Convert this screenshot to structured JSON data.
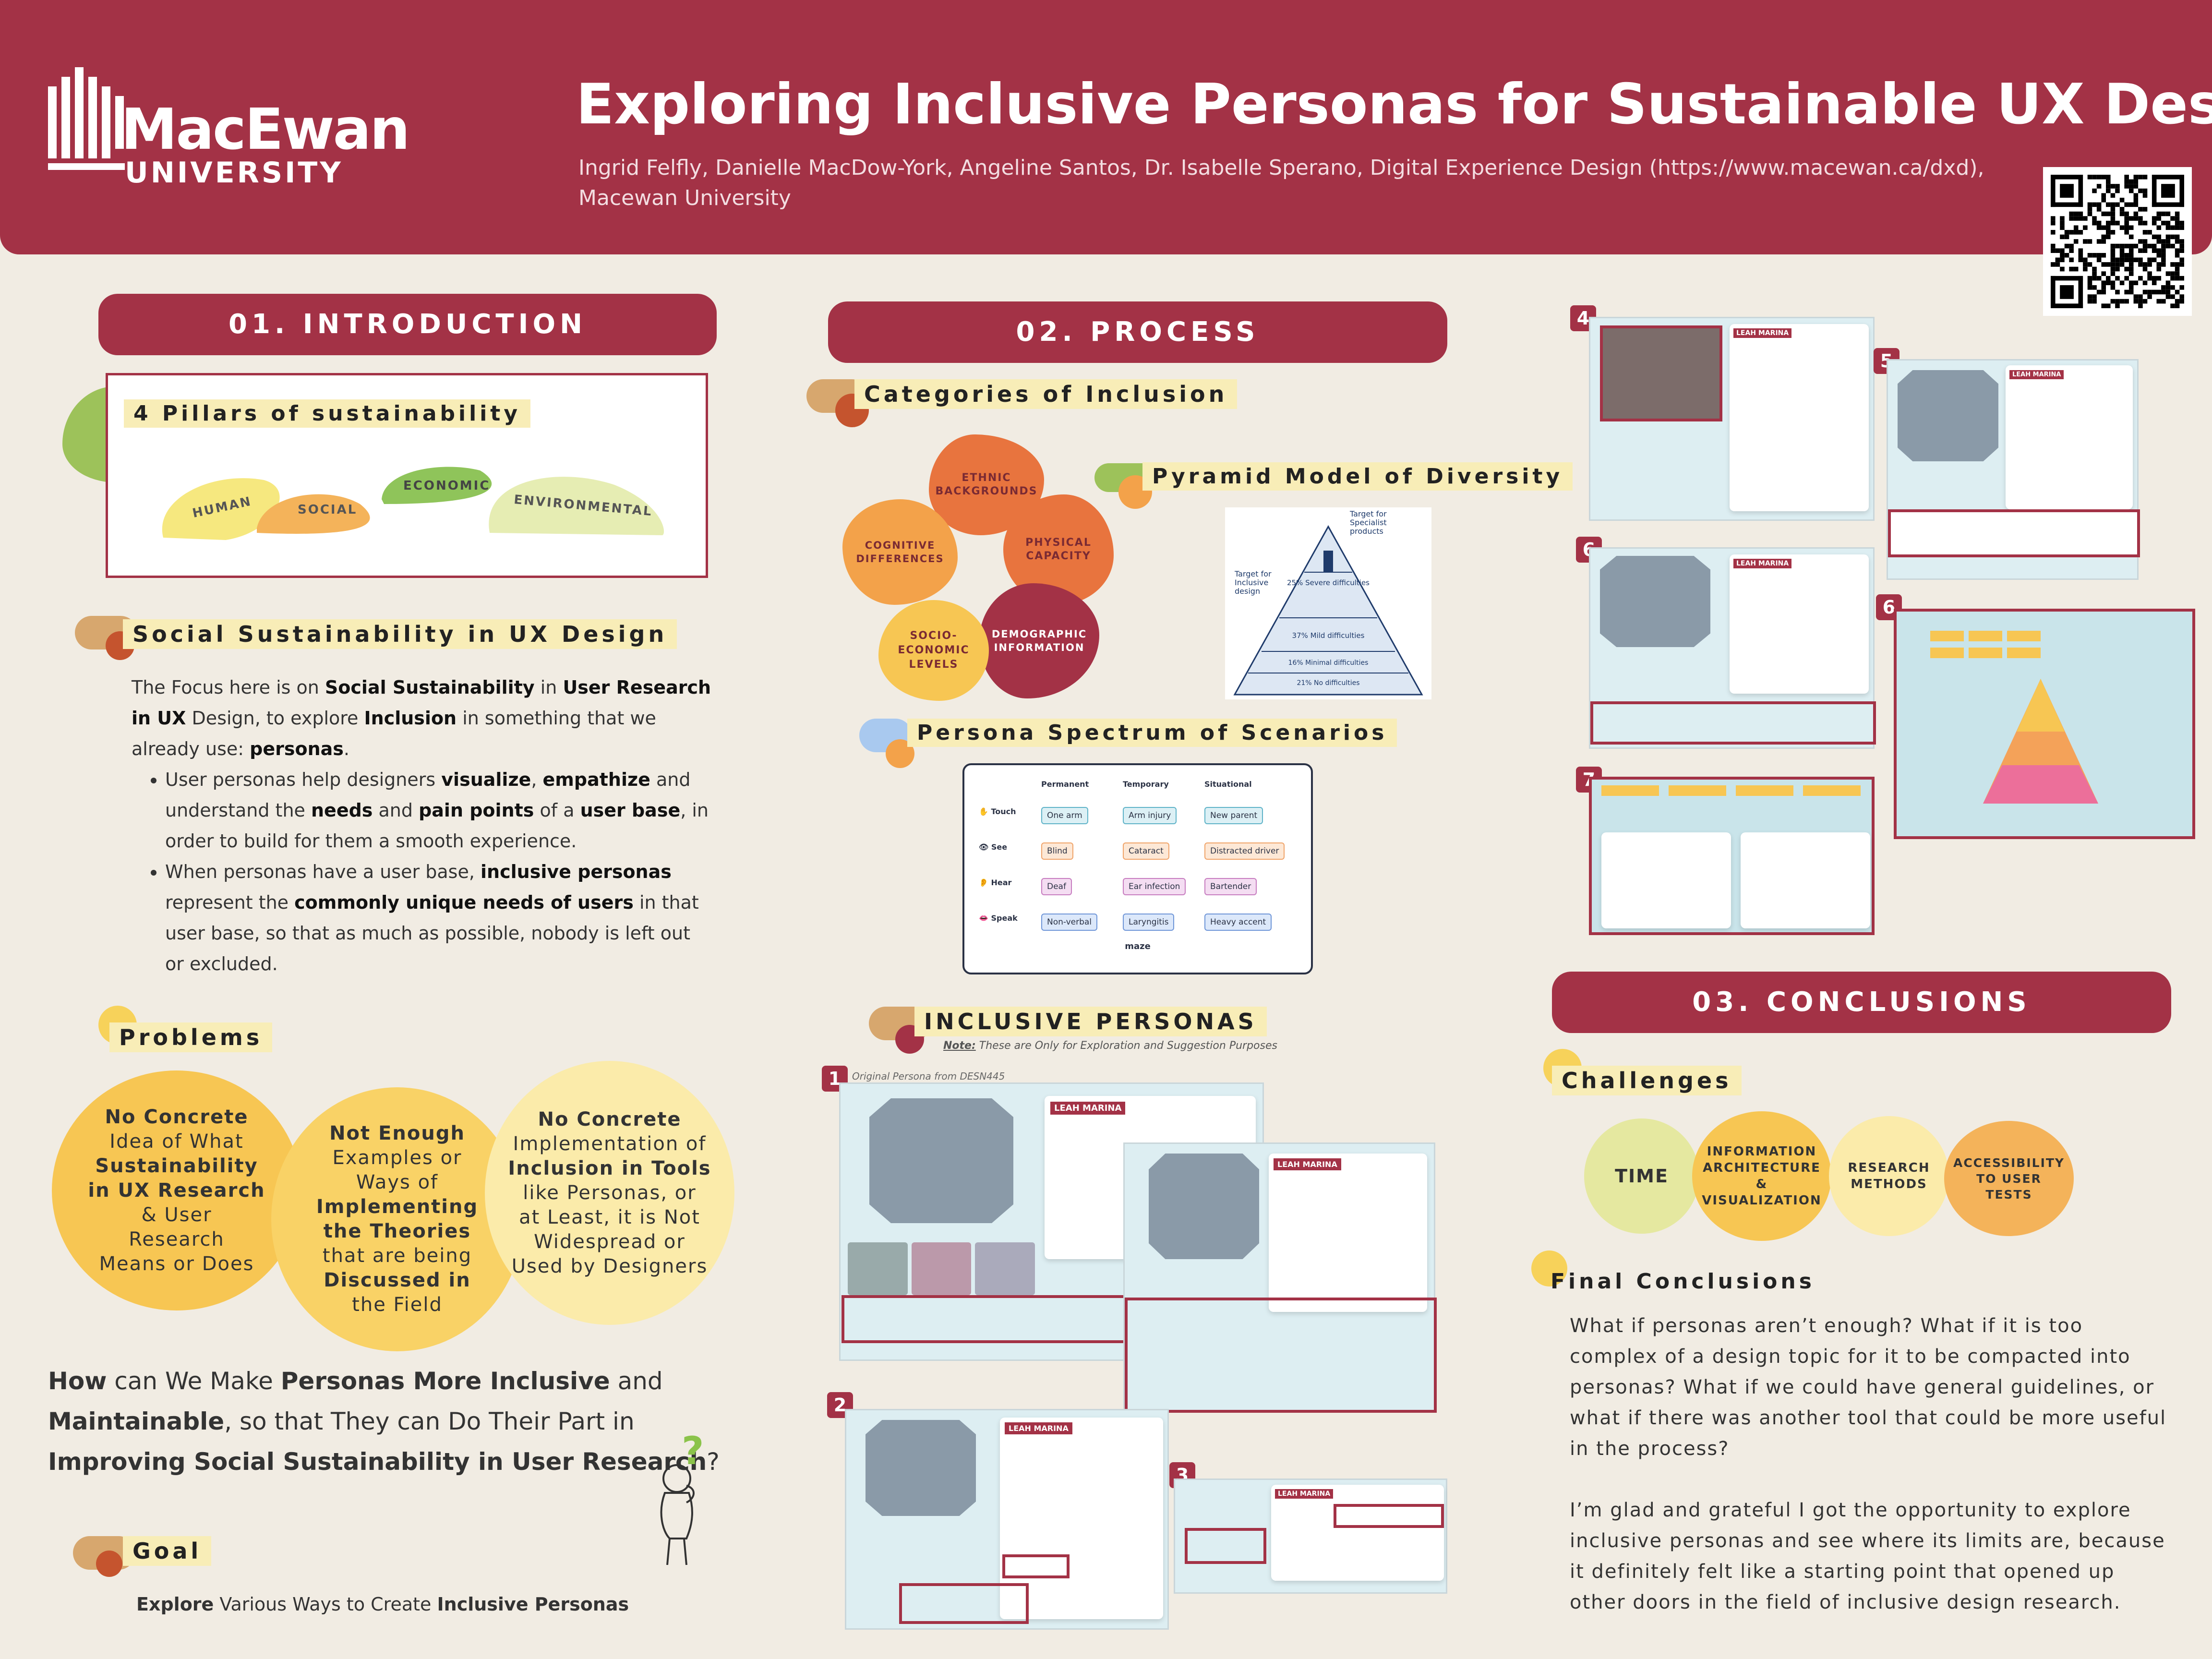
{
  "header": {
    "logo_line1": "MacEwan",
    "logo_line2": "UNIVERSITY",
    "title": "Exploring Inclusive Personas for Sustainable UX Design",
    "authors": "Ingrid Felfly, Danielle MacDow-York, Angeline Santos, Dr. Isabelle Sperano, Digital Experience Design (https://www.macewan.ca/dxd), Macewan University"
  },
  "intro": {
    "banner": "01. INTRODUCTION",
    "pillars_heading": "4 Pillars of sustainability",
    "pillars": [
      "HUMAN",
      "SOCIAL",
      "ECONOMIC",
      "ENVIRONMENTAL"
    ],
    "social_heading": "Social Sustainability in UX Design",
    "para1_a": "The Focus here is on ",
    "para1_b": "Social Sustainability",
    "para1_c": " in ",
    "para1_d": "User Research in UX",
    "para1_e": " Design, to explore ",
    "para1_f": "Inclusion",
    "para1_g": " in something that we already use: ",
    "para1_h": "personas",
    "para1_i": ".",
    "b1_a": "User personas help designers ",
    "b1_b": "visualize",
    "b1_c": ", ",
    "b1_d": "empathize",
    "b1_e": " and understand the ",
    "b1_f": "needs",
    "b1_g": " and ",
    "b1_h": "pain points",
    "b1_i": " of a ",
    "b1_j": "user base",
    "b1_k": ", in order to build for them a smooth experience.",
    "b2_a": "When personas have a user base, ",
    "b2_b": "inclusive personas",
    "b2_c": " represent the ",
    "b2_d": "commonly unique needs of users",
    "b2_e": " in that user base, so that as much as possible, nobody is left out or excluded.",
    "problems_heading": "Problems",
    "problem1": [
      "No Concrete",
      "Idea of What",
      "Sustainability",
      "in UX Research",
      "& User",
      "Research",
      "Means or Does"
    ],
    "problem2": [
      "Not Enough",
      "Examples or",
      "Ways of",
      "Implementing",
      "the Theories",
      "that are being",
      "Discussed in",
      "the Field"
    ],
    "problem3": [
      "No Concrete",
      "Implementation of",
      "Inclusion in Tools",
      "like Personas, or",
      "at Least, it is Not",
      "Widespread or",
      "Used by Designers"
    ],
    "question_a": "How",
    "question_b": " can We Make ",
    "question_c": "Personas More Inclusive",
    "question_d": " and ",
    "question_e": "Maintainable",
    "question_f": ", so that They can Do Their Part in ",
    "question_g": "Improving Social Sustainability in User Research",
    "question_h": "?",
    "goal_heading": "Goal",
    "goal_a": "Explore",
    "goal_b": " Various Ways to Create ",
    "goal_c": "Inclusive Personas"
  },
  "process": {
    "banner": "02. PROCESS",
    "categories_heading": "Categories of Inclusion",
    "categories": [
      "ETHNIC BACKGROUNDS",
      "PHYSICAL CAPACITY",
      "DEMOGRAPHIC INFORMATION",
      "SOCIO-ECONOMIC LEVELS",
      "COGNITIVE DIFFERENCES"
    ],
    "pyramid_heading": "Pyramid Model of Diversity",
    "pyramid_labels": {
      "specialist": "Target for Specialist products",
      "inclusive": "Target for Inclusive design",
      "severe": "25% Severe difficulties",
      "mild": "37% Mild difficulties",
      "minimal": "16% Minimal difficulties",
      "none": "21% No difficulties"
    },
    "spectrum_heading": "Persona Spectrum of Scenarios",
    "spectrum": {
      "columns": [
        "Permanent",
        "Temporary",
        "Situational"
      ],
      "rows": [
        {
          "label": "Touch",
          "cells": [
            "One arm",
            "Arm injury",
            "New parent"
          ]
        },
        {
          "label": "See",
          "cells": [
            "Blind",
            "Cataract",
            "Distracted driver"
          ]
        },
        {
          "label": "Hear",
          "cells": [
            "Deaf",
            "Ear infection",
            "Bartender"
          ]
        },
        {
          "label": "Speak",
          "cells": [
            "Non-verbal",
            "Laryngitis",
            "Heavy accent"
          ]
        }
      ],
      "brand": "maze"
    },
    "personas_heading": "INCLUSIVE PERSONAS",
    "note_label": "Note:",
    "note_text": " These are Only for Exploration and Suggestion Purposes",
    "original_label": "Original Persona from DESN445",
    "persona_name": "LEAH MARINA",
    "iterations": [
      "1",
      "2",
      "3",
      "4",
      "5",
      "6",
      "6",
      "7"
    ]
  },
  "conclusions": {
    "banner": "03. CONCLUSIONS",
    "challenges_heading": "Challenges",
    "challenges": [
      "TIME",
      "INFORMATION ARCHITECTURE & VISUALIZATION",
      "RESEARCH METHODS",
      "ACCESSIBILITY TO USER TESTS"
    ],
    "final_heading": "Final Conclusions",
    "final_p1": "What if personas aren’t enough? What if it is too complex of a design topic for it to be compacted into personas? What if we could have general guidelines, or what if there was another tool that could be more useful in the process?",
    "final_p2": "I’m glad and grateful I got the opportunity to explore inclusive personas and see where its limits are, because it definitely felt like a starting point that opened up other doors in the field of inclusive design research."
  },
  "colors": {
    "brand": "#A33246",
    "bg": "#F1ECE3",
    "yellow": "#F8EDB7",
    "orange": "#F4B35A"
  }
}
